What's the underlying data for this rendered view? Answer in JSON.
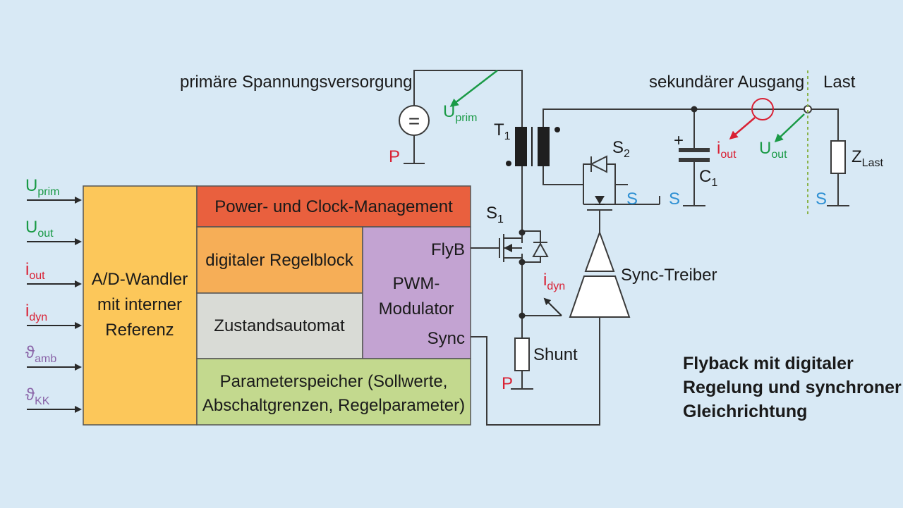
{
  "diagram": {
    "title_lines": [
      "Flyback mit digitaler",
      "Regelung und synchroner",
      "Gleichrichtung"
    ],
    "colors": {
      "background": "#d8e9f5",
      "line": "#3a3a3a",
      "adc_block": "#fcc75a",
      "power_block": "#e9603e",
      "regel_block": "#f6ae57",
      "zustand_block": "#d9dbd6",
      "pwm_block": "#c3a3d2",
      "param_block": "#c3d98e",
      "label_green": "#1a9a46",
      "label_red": "#d92134",
      "label_purple": "#8a64a8",
      "label_blue": "#2e90d3"
    },
    "blocks": {
      "adc": [
        "A/D-Wandler",
        "mit interner",
        "Referenz"
      ],
      "power": "Power- und Clock-Management",
      "regel": "digitaler Regelblock",
      "zustand": "Zustandsautomat",
      "pwm": [
        "PWM-",
        "Modulator"
      ],
      "pwm_flyb": "FlyB",
      "pwm_sync": "Sync",
      "param": [
        "Parameterspeicher (Sollwerte,",
        "Abschaltgrenzen, Regelparameter)"
      ]
    },
    "inputs": [
      {
        "main": "U",
        "sub": "prim",
        "color": "green"
      },
      {
        "main": "U",
        "sub": "out",
        "color": "green"
      },
      {
        "main": "i",
        "sub": "out",
        "color": "red"
      },
      {
        "main": "i",
        "sub": "dyn",
        "color": "red"
      },
      {
        "main": "ϑ",
        "sub": "amb",
        "color": "purple"
      },
      {
        "main": "ϑ",
        "sub": "KK",
        "color": "purple"
      }
    ],
    "circuit": {
      "primary_supply": "primäre Spannungsversorgung",
      "source_symbol": "=",
      "u_prim": {
        "main": "U",
        "sub": "prim"
      },
      "p_label": "P",
      "t1": {
        "main": "T",
        "sub": "1"
      },
      "s1": {
        "main": "S",
        "sub": "1"
      },
      "s2": {
        "main": "S",
        "sub": "2"
      },
      "s_label": "S",
      "c1": {
        "main": "C",
        "sub": "1"
      },
      "cap_plus": "+",
      "secondary_output": "sekundärer Ausgang",
      "load": "Last",
      "z_last": {
        "main": "Z",
        "sub": "Last"
      },
      "i_out": {
        "main": "i",
        "sub": "out"
      },
      "u_out": {
        "main": "U",
        "sub": "out"
      },
      "i_dyn": {
        "main": "i",
        "sub": "dyn"
      },
      "sync_driver": "Sync-Treiber",
      "shunt": "Shunt"
    }
  }
}
